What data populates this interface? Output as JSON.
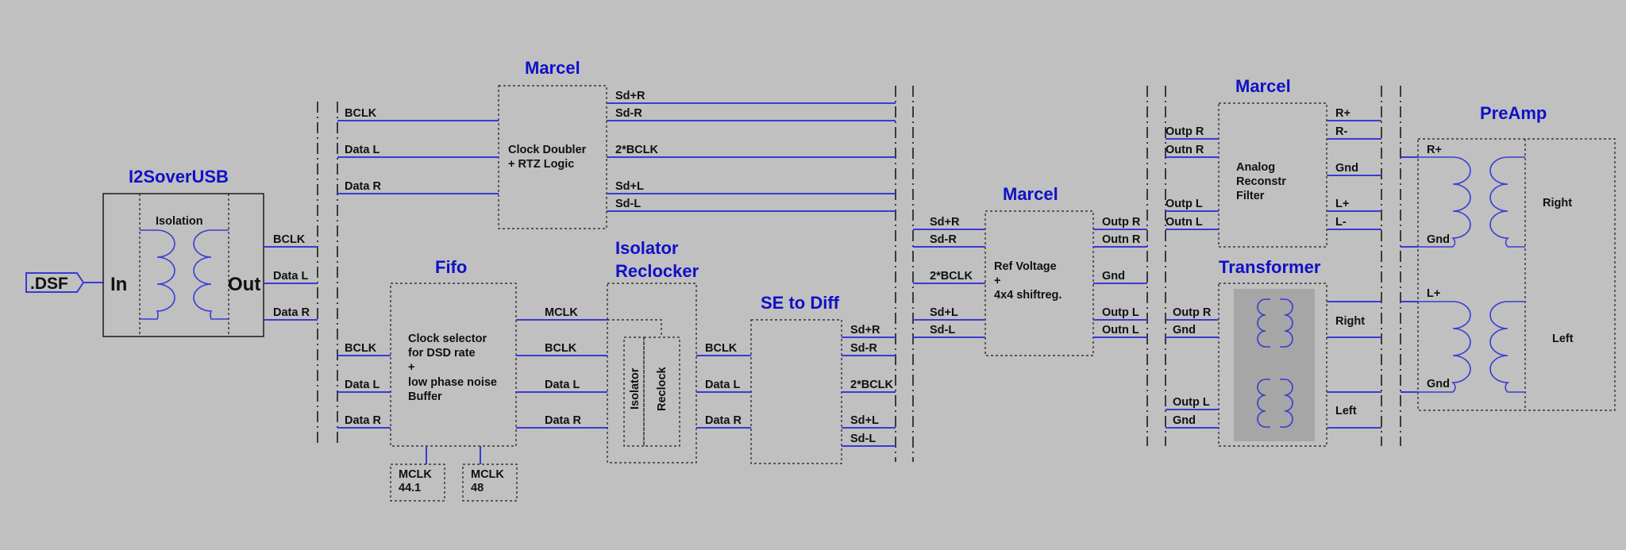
{
  "colors": {
    "background": "#c0c0c0",
    "wire": "#3a3ad4",
    "title": "#1010c8",
    "transformer_fill": "#a6a6a6"
  },
  "source": {
    "label": ".DSF"
  },
  "i2s": {
    "title": "I2SoverUSB",
    "isolation": "Isolation",
    "in": "In",
    "out": "Out",
    "outputs": [
      "BCLK",
      "Data L",
      "Data R"
    ]
  },
  "marcel1": {
    "title": "Marcel",
    "inputs": [
      "BCLK",
      "Data L",
      "Data R"
    ],
    "block": [
      "Clock Doubler",
      "+ RTZ Logic"
    ],
    "outputs": [
      "Sd+R",
      "Sd-R",
      "2*BCLK",
      "Sd+L",
      "Sd-L"
    ]
  },
  "fifo": {
    "title": "Fifo",
    "inputs": [
      "BCLK",
      "Data L",
      "Data R"
    ],
    "block": [
      "Clock selector",
      "for DSD rate",
      "+",
      "low phase noise",
      "Buffer"
    ],
    "outputs": [
      "MCLK",
      "BCLK",
      "Data L",
      "Data R"
    ],
    "mclk1": [
      "MCLK",
      "44.1"
    ],
    "mclk2": [
      "MCLK",
      "48"
    ]
  },
  "isolator": {
    "title1": "Isolator",
    "title2": "Reclocker",
    "isolator_label": "Isolator",
    "reclock_label": "Reclock"
  },
  "se_to_diff": {
    "title": "SE to Diff",
    "inputs": [
      "BCLK",
      "Data L",
      "Data R"
    ],
    "outputs": [
      "Sd+R",
      "Sd-R",
      "2*BCLK",
      "Sd+L",
      "Sd-L"
    ]
  },
  "marcel2": {
    "title": "Marcel",
    "inputs": [
      "Sd+R",
      "Sd-R",
      "2*BCLK",
      "Sd+L",
      "Sd-L"
    ],
    "block": [
      "Ref Voltage",
      "+",
      "4x4 shiftreg."
    ],
    "outputs": [
      "Outp R",
      "Outn R",
      "Gnd",
      "Outp L",
      "Outn L"
    ]
  },
  "marcel3": {
    "title": "Marcel",
    "inputs": [
      "Outp R",
      "Outn R",
      "Outp L",
      "Outn L"
    ],
    "block": [
      "Analog",
      "Reconstr",
      "Filter"
    ],
    "outputs": [
      "R+",
      "R-",
      "Gnd",
      "L+",
      "L-"
    ]
  },
  "transformer": {
    "title": "Transformer",
    "inputs": [
      "Outp R",
      "Gnd",
      "Outp L",
      "Gnd"
    ],
    "outputs": [
      "Right",
      "Left"
    ]
  },
  "preamp": {
    "title": "PreAmp",
    "inputs": [
      "R+",
      "Gnd",
      "L+",
      "Gnd"
    ],
    "outputs": [
      "Right",
      "Left"
    ]
  }
}
